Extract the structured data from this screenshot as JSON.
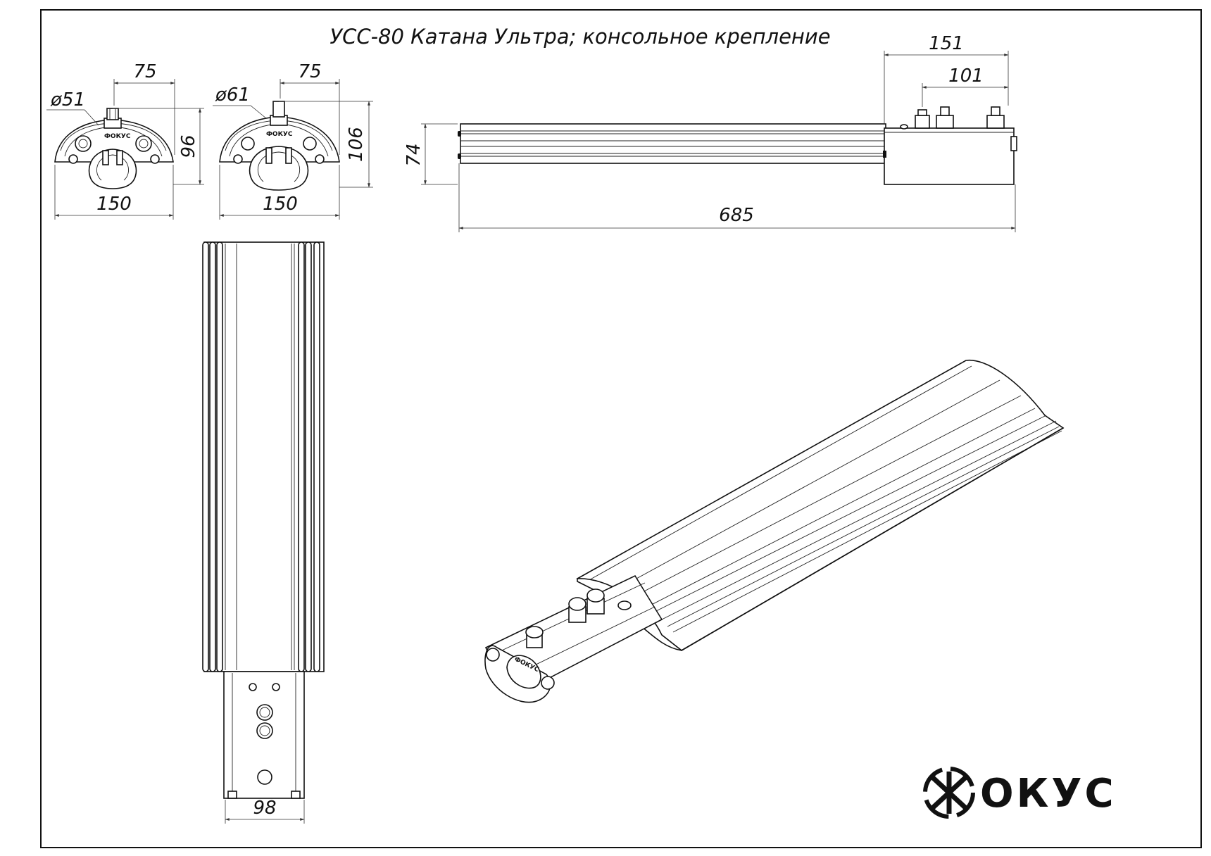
{
  "title": "УСС-80 Катана Ультра; консольное крепление",
  "dimensions": {
    "d1": "ø51",
    "d2": "ø61",
    "front1_spacing": "75",
    "front1_height": "96",
    "front1_width": "150",
    "front2_spacing": "75",
    "front2_height": "106",
    "front2_width": "150",
    "side_height": "74",
    "side_total_length": "685",
    "side_mount_length": "151",
    "side_bolt_spacing": "101",
    "top_mount_width": "98"
  },
  "logo": {
    "text": "ОКУС"
  },
  "colors": {
    "line": "#111111",
    "background": "#ffffff"
  }
}
